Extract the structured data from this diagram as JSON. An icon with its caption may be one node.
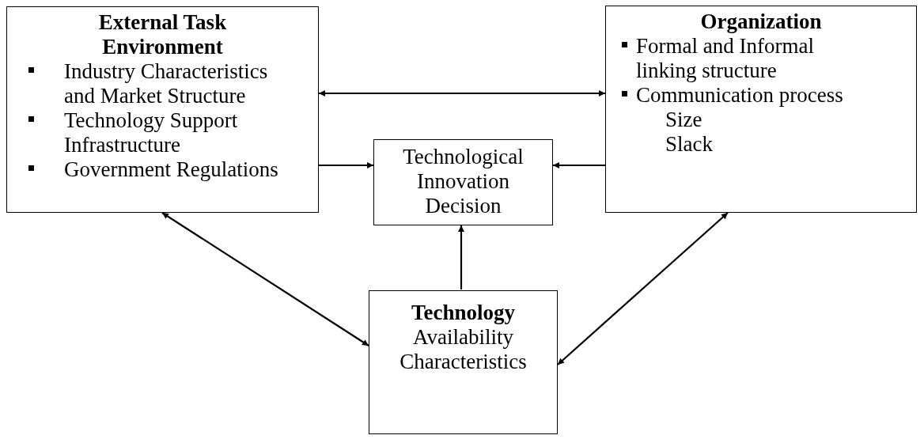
{
  "diagram": {
    "nodes": [
      {
        "text": [
          "External Task Environment",
          "Industry Characteristics and Market Structure",
          "Technology Support Infrastructure",
          "Government Regulations"
        ]
      },
      {
        "text": [
          "Organization",
          "Formal and Informal linking structure",
          "Communication process",
          "Size",
          "Slack"
        ]
      },
      {
        "text": [
          "Technological Innovation Decision"
        ]
      },
      {
        "text": [
          "Technology",
          "Availability Characteristics"
        ]
      }
    ],
    "edges": [
      {
        "from": 0,
        "to": 1,
        "arrow": "both"
      },
      {
        "from": 0,
        "to": 2,
        "arrow": "to"
      },
      {
        "from": 1,
        "to": 2,
        "arrow": "to"
      },
      {
        "from": 3,
        "to": 2,
        "arrow": "to"
      },
      {
        "from": 0,
        "to": 3,
        "arrow": "both"
      },
      {
        "from": 1,
        "to": 3,
        "arrow": "both"
      }
    ]
  }
}
